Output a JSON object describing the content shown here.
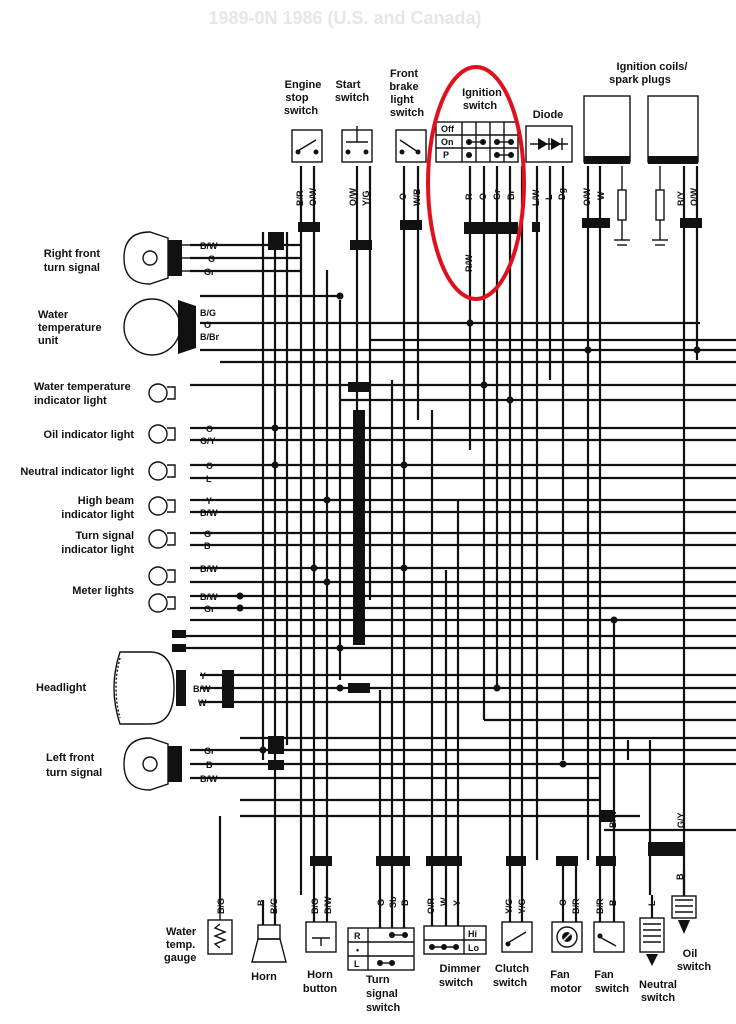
{
  "header": {
    "title_faint": "1989-0N 1986 (U.S. and Canada)"
  },
  "top_components": {
    "engine_stop": "Engine stop switch",
    "start": "Start switch",
    "front_brake": "Front brake light switch",
    "ignition": "Ignition switch",
    "diode": "Diode",
    "coils": "Ignition coils/ spark plugs"
  },
  "ignition_table": {
    "rows": [
      "Off",
      "On",
      "P"
    ]
  },
  "top_wire_codes": {
    "engine_stop": [
      "B/R",
      "O/W"
    ],
    "start": [
      "O/W",
      "Y/G"
    ],
    "front_brake": [
      "O",
      "W/B"
    ],
    "ignition": [
      "R",
      "O",
      "Gr",
      "Br"
    ],
    "ignition_out": "R/W",
    "diode": [
      "L/W",
      "L",
      "Dg"
    ],
    "coil1": [
      "O/W",
      "W"
    ],
    "coil2": [
      "B/Y",
      "O/W"
    ]
  },
  "left_components": [
    {
      "label": "Right front turn signal",
      "wires": [
        "B/W",
        "G",
        "Gr"
      ]
    },
    {
      "label": "Water temperature unit",
      "wires": [
        "B/G",
        "O",
        "B/Br"
      ]
    },
    {
      "label": "Water temperature indicator light",
      "wires": []
    },
    {
      "label": "Oil indicator light",
      "wires": [
        "O",
        "G/Y"
      ]
    },
    {
      "label": "Neutral indicator light",
      "wires": [
        "O",
        "L"
      ]
    },
    {
      "label": "High beam indicator light",
      "wires": [
        "Y",
        "B/W"
      ]
    },
    {
      "label": "Turn signal indicator light",
      "wires": [
        "G",
        "B"
      ]
    },
    {
      "label": "Meter lights",
      "wires": [
        "B/W",
        "B/W",
        "Gr"
      ]
    },
    {
      "label": "Headlight",
      "wires": [
        "Y",
        "B/W",
        "W"
      ]
    },
    {
      "label": "Left front turn signal",
      "wires": [
        "Gr",
        "B",
        "B/W"
      ]
    }
  ],
  "bottom_components": [
    {
      "label": "Water temp. gauge",
      "wires": [
        "B/G"
      ]
    },
    {
      "label": "Horn",
      "wires": [
        "B",
        "B/G"
      ]
    },
    {
      "label": "Horn button",
      "wires": [
        "B/G",
        "B/W"
      ]
    },
    {
      "label": "Turn signal switch",
      "wires": [
        "G",
        "Sb",
        "B"
      ]
    },
    {
      "label": "Dimmer switch",
      "wires": [
        "O/R",
        "W",
        "Y"
      ]
    },
    {
      "label": "Clutch switch",
      "wires": [
        "Y/G",
        "Y/G"
      ]
    },
    {
      "label": "Fan motor",
      "wires": [
        "O",
        "B/R"
      ]
    },
    {
      "label": "Fan switch",
      "wires": [
        "B/R",
        "B"
      ]
    },
    {
      "label": "Neutral switch",
      "wires": [
        "L"
      ]
    },
    {
      "label": "Oil switch",
      "wires": [
        "B"
      ]
    }
  ],
  "bottom_extra_codes": [
    "B/W",
    "G/Y"
  ],
  "turn_switch_table": [
    "R",
    "•",
    "L"
  ],
  "dimmer_table": [
    "Hi",
    "Lo"
  ],
  "highlight_color": "#e0101c"
}
